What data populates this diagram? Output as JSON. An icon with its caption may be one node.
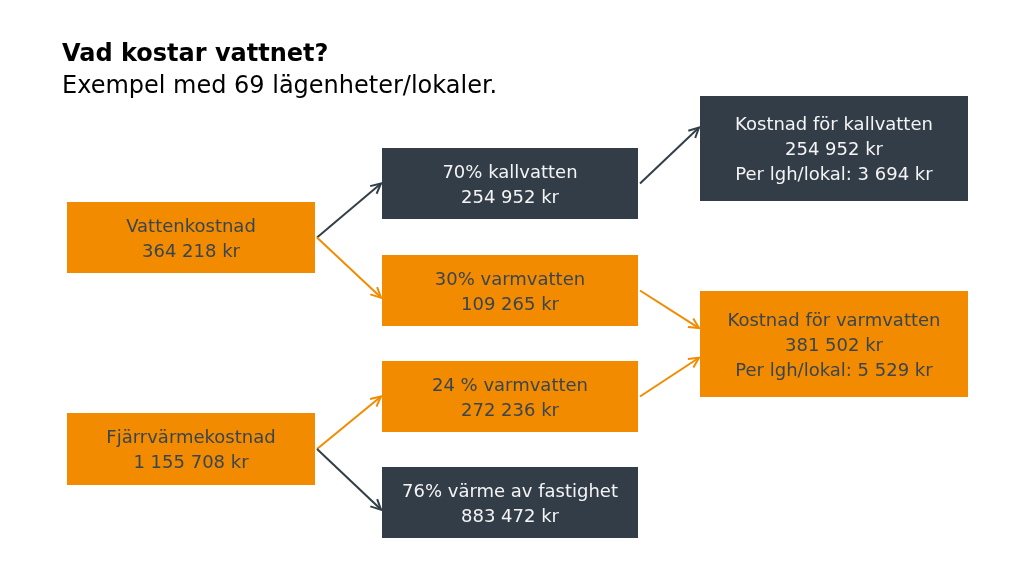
{
  "diagram": {
    "title": "Vad kostar vattnet?",
    "labels": [
      "Exempel med 69 lägenheter/lokaler."
    ],
    "nodes": [
      {
        "text": [
          "Vattenkostnad",
          "364 218 kr"
        ]
      },
      {
        "text": [
          "70% kallvatten",
          "254 952 kr"
        ]
      },
      {
        "text": [
          "30% varmvatten",
          "109 265 kr"
        ]
      },
      {
        "text": [
          "Kostnad för kallvatten",
          "254 952 kr",
          "Per lgh/lokal: 3 694 kr"
        ]
      },
      {
        "text": [
          "Fjärrvärmekostnad",
          "1 155 708 kr"
        ]
      },
      {
        "text": [
          "24 % varmvatten",
          "272 236 kr"
        ]
      },
      {
        "text": [
          "76% värme av fastighet",
          "883 472 kr"
        ]
      },
      {
        "text": [
          "Kostnad för varmvatten",
          "381 502 kr",
          "Per lgh/lokal: 5 529 kr"
        ]
      }
    ],
    "edges": [
      {
        "from": 0,
        "to": 1,
        "arrow": "to",
        "color": "#333f48"
      },
      {
        "from": 0,
        "to": 2,
        "arrow": "to"
      },
      {
        "from": 1,
        "to": 3,
        "arrow": "to",
        "color": "#333f48"
      },
      {
        "from": 2,
        "to": 7,
        "arrow": "to"
      },
      {
        "from": 4,
        "to": 5,
        "arrow": "to"
      },
      {
        "from": 4,
        "to": 6,
        "arrow": "to",
        "color": "#333f48"
      },
      {
        "from": 5,
        "to": 7,
        "arrow": "to"
      }
    ]
  }
}
